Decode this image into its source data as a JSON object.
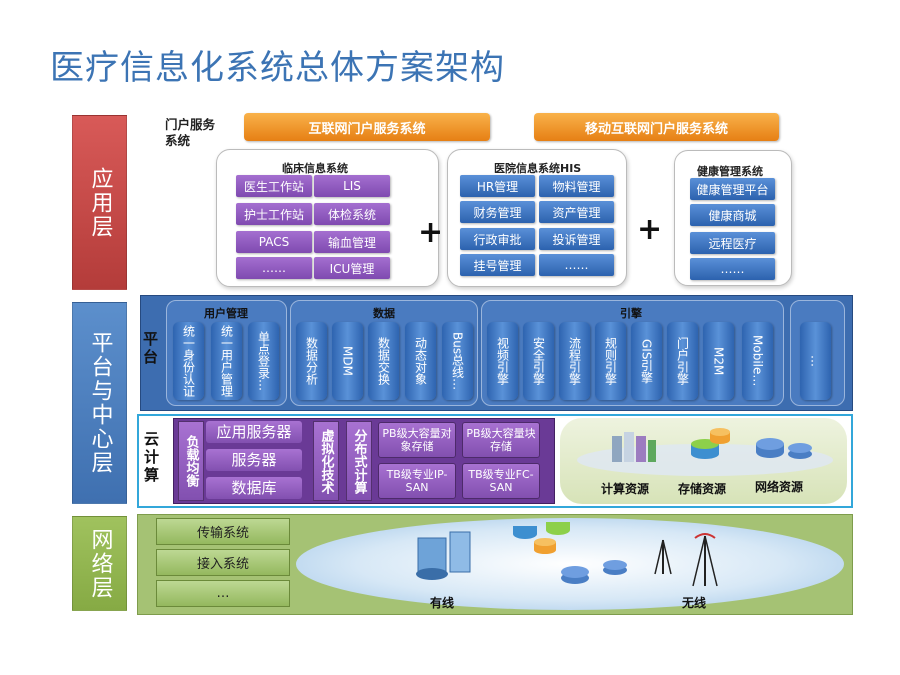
{
  "title": "医疗信息化系统总体方案架构",
  "layers": {
    "app": "应用层",
    "platform": "平台与中心层",
    "network": "网络层"
  },
  "portal": {
    "label": "门户服务系统",
    "internet": "互联网门户服务系统",
    "mobile": "移动互联网门户服务系统"
  },
  "clinical": {
    "title": "临床信息系统",
    "items": [
      "医生工作站",
      "LIS",
      "护士工作站",
      "体检系统",
      "PACS",
      "输血管理",
      "……",
      "ICU管理"
    ]
  },
  "his": {
    "title": "医院信息系统HIS",
    "items": [
      "HR管理",
      "物料管理",
      "财务管理",
      "资产管理",
      "行政审批",
      "投诉管理",
      "挂号管理",
      "……"
    ]
  },
  "health": {
    "title": "健康管理系统",
    "items": [
      "健康管理平台",
      "健康商城",
      "远程医疗",
      "……"
    ]
  },
  "plus": "+",
  "platform": {
    "label": "平台",
    "user_mgmt": {
      "title": "用户管理",
      "items": [
        "统一身份认证",
        "统一用户管理",
        "单点登录…"
      ]
    },
    "data": {
      "title": "数据",
      "items": [
        "数据分析",
        "MDM",
        "数据交换",
        "动态对象",
        "Bus总线…"
      ]
    },
    "engine": {
      "title": "引擎",
      "items": [
        "视频引擎",
        "安全引擎",
        "流程引擎",
        "规则引擎",
        "GIS引擎",
        "门户引擎",
        "M2M",
        "Mobile…"
      ]
    },
    "more": "…"
  },
  "cloud": {
    "label": "云计算",
    "load_balance": "负载均衡",
    "servers": [
      "应用服务器",
      "服务器",
      "数据库"
    ],
    "virtual": "虚拟化技术",
    "distributed": "分布式计算",
    "storage": [
      "PB级大容量对象存储",
      "PB级大容量块存储",
      "TB级专业IP-SAN",
      "TB级专业FC-SAN"
    ],
    "resources": [
      "计算资源",
      "存储资源",
      "网络资源"
    ]
  },
  "network": {
    "items": [
      "传输系统",
      "接入系统",
      "…"
    ],
    "wired": "有线",
    "wireless": "无线"
  }
}
